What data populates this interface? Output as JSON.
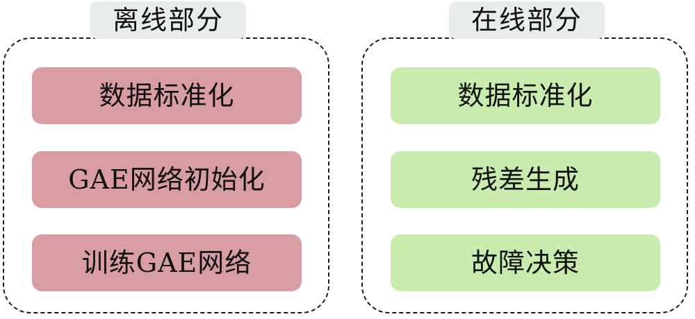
{
  "offline": {
    "title": "离线部分",
    "steps": [
      "数据标准化",
      "GAE网络初始化",
      "训练GAE网络"
    ],
    "fill_color": "#d89ca3"
  },
  "online": {
    "title": "在线部分",
    "steps": [
      "数据标准化",
      "残差生成",
      "故障决策"
    ],
    "fill_color": "#c9ecae"
  },
  "title_background_color": "#e9ecec"
}
